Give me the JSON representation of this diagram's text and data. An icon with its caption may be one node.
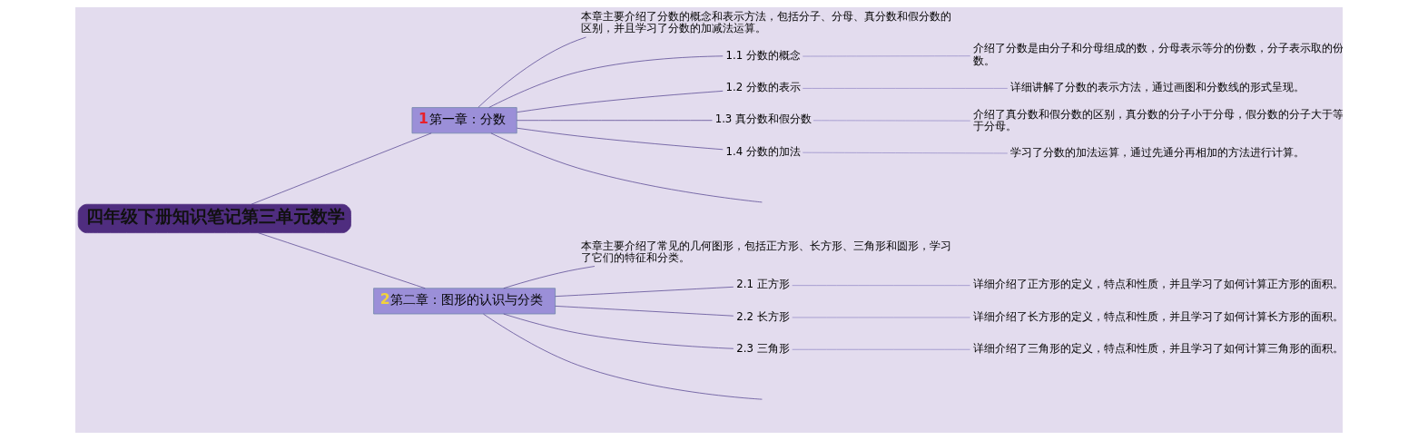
{
  "diagram": {
    "nodes": [
      {
        "text": [
          "四年级下册知识笔记第三单元数学"
        ]
      },
      {
        "text": [
          "1",
          "第一章：分数"
        ]
      },
      {
        "text": [
          "本章主要介绍了分数的概念和表示方法，包括分子、分母、真分数和假分数的区别，并且学习了分数的加减法运算。"
        ]
      },
      {
        "text": [
          "1.1 分数的概念"
        ]
      },
      {
        "text": [
          "介绍了分数是由分子和分母组成的数，分母表示等分的份数，分子表示取的份数。"
        ]
      },
      {
        "text": [
          "1.2 分数的表示"
        ]
      },
      {
        "text": [
          "详细讲解了分数的表示方法，通过画图和分数线的形式呈现。"
        ]
      },
      {
        "text": [
          "1.3 真分数和假分数"
        ]
      },
      {
        "text": [
          "介绍了真分数和假分数的区别，真分数的分子小于分母，假分数的分子大于等于分母。"
        ]
      },
      {
        "text": [
          "1.4 分数的加法"
        ]
      },
      {
        "text": [
          "学习了分数的加法运算，通过先通分再相加的方法进行计算。"
        ]
      },
      {
        "text": [
          "2",
          "第二章：图形的认识与分类"
        ]
      },
      {
        "text": [
          "本章主要介绍了常见的几何图形，包括正方形、长方形、三角形和圆形，学习了它们的特征和分类。"
        ]
      },
      {
        "text": [
          "2.1 正方形"
        ]
      },
      {
        "text": [
          "详细介绍了正方形的定义，特点和性质，并且学习了如何计算正方形的面积。"
        ]
      },
      {
        "text": [
          "2.2 长方形"
        ]
      },
      {
        "text": [
          "详细介绍了长方形的定义，特点和性质，并且学习了如何计算长方形的面积。"
        ]
      },
      {
        "text": [
          "2.3 三角形"
        ]
      },
      {
        "text": [
          "详细介绍了三角形的定义，特点和性质，并且学习了如何计算三角形的面积。"
        ]
      }
    ],
    "edges": [
      {
        "from": 0,
        "to": 1,
        "arrow": "none"
      },
      {
        "from": 1,
        "to": 2,
        "arrow": "none"
      },
      {
        "from": 1,
        "to": 3,
        "arrow": "none"
      },
      {
        "from": 3,
        "to": 4,
        "arrow": "none",
        "color": "#8f84c4"
      },
      {
        "from": 1,
        "to": 5,
        "arrow": "none"
      },
      {
        "from": 5,
        "to": 6,
        "arrow": "none",
        "color": "#8f84c4"
      },
      {
        "from": 1,
        "to": 7,
        "arrow": "none"
      },
      {
        "from": 7,
        "to": 8,
        "arrow": "none",
        "color": "#8f84c4"
      },
      {
        "from": 1,
        "to": 9,
        "arrow": "none"
      },
      {
        "from": 9,
        "to": 10,
        "arrow": "none",
        "color": "#8f84c4"
      },
      {
        "from": 1,
        "to": null,
        "arrow": "none"
      },
      {
        "from": 0,
        "to": 11,
        "arrow": "none"
      },
      {
        "from": 11,
        "to": 12,
        "arrow": "none"
      },
      {
        "from": 11,
        "to": 13,
        "arrow": "none"
      },
      {
        "from": 13,
        "to": 14,
        "arrow": "none",
        "color": "#8f84c4"
      },
      {
        "from": 11,
        "to": 15,
        "arrow": "none"
      },
      {
        "from": 15,
        "to": 16,
        "arrow": "none",
        "color": "#8f84c4"
      },
      {
        "from": 11,
        "to": 17,
        "arrow": "none"
      },
      {
        "from": 17,
        "to": 18,
        "arrow": "none",
        "color": "#8f84c4"
      },
      {
        "from": 11,
        "to": null,
        "arrow": "none"
      }
    ]
  }
}
